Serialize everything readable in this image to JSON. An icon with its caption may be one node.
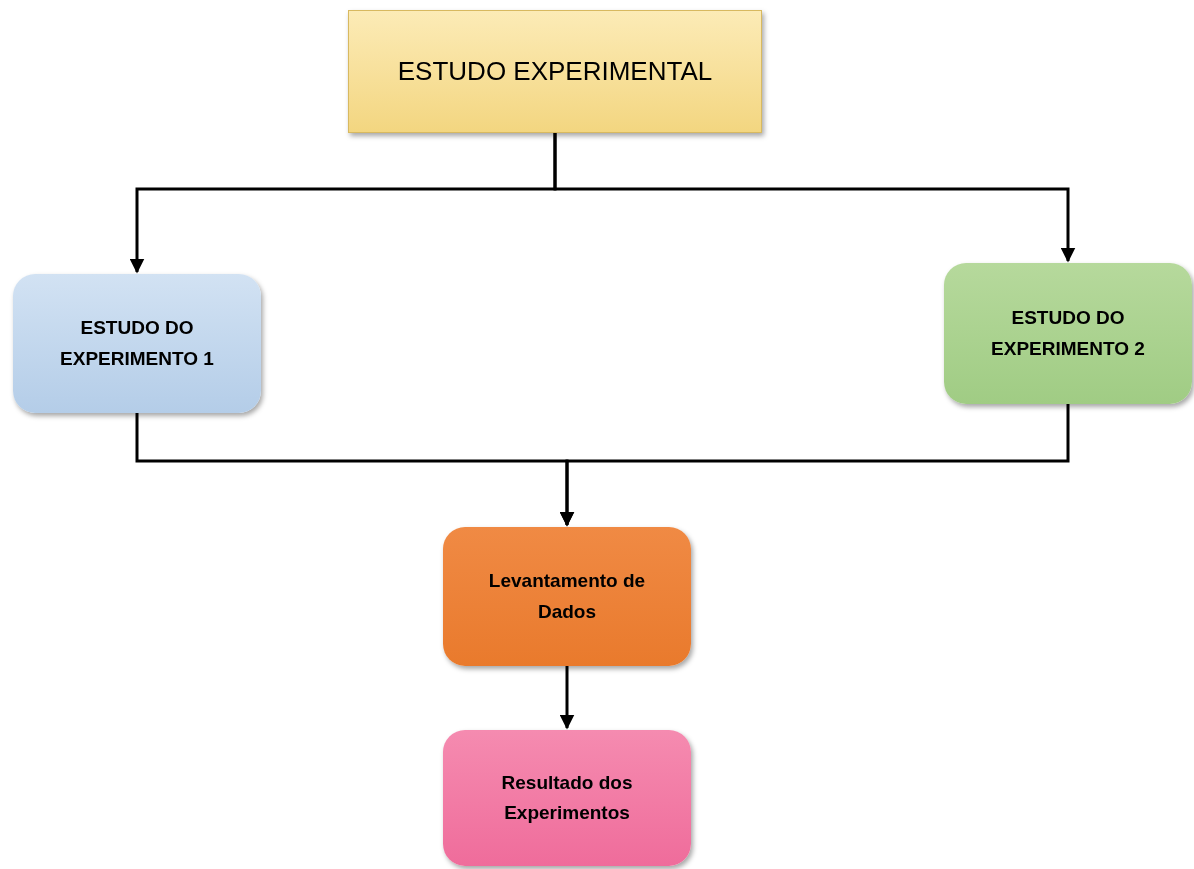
{
  "diagram": {
    "nodes": [
      {
        "text": [
          "ESTUDO EXPERIMENTAL"
        ]
      },
      {
        "text": [
          "ESTUDO DO EXPERIMENTO 1"
        ]
      },
      {
        "text": [
          "ESTUDO DO EXPERIMENTO 2"
        ]
      },
      {
        "text": [
          "Levantamento de Dados"
        ]
      },
      {
        "text": [
          "Resultado dos Experimentos"
        ]
      }
    ],
    "edges": [
      {
        "from": 0,
        "to": 1,
        "arrow": "to"
      },
      {
        "from": 0,
        "to": 2,
        "arrow": "to"
      },
      {
        "from": 1,
        "to": 3,
        "arrow": "to"
      },
      {
        "from": 2,
        "to": 3,
        "arrow": "to"
      },
      {
        "from": 3,
        "to": 4,
        "arrow": "to"
      }
    ]
  }
}
